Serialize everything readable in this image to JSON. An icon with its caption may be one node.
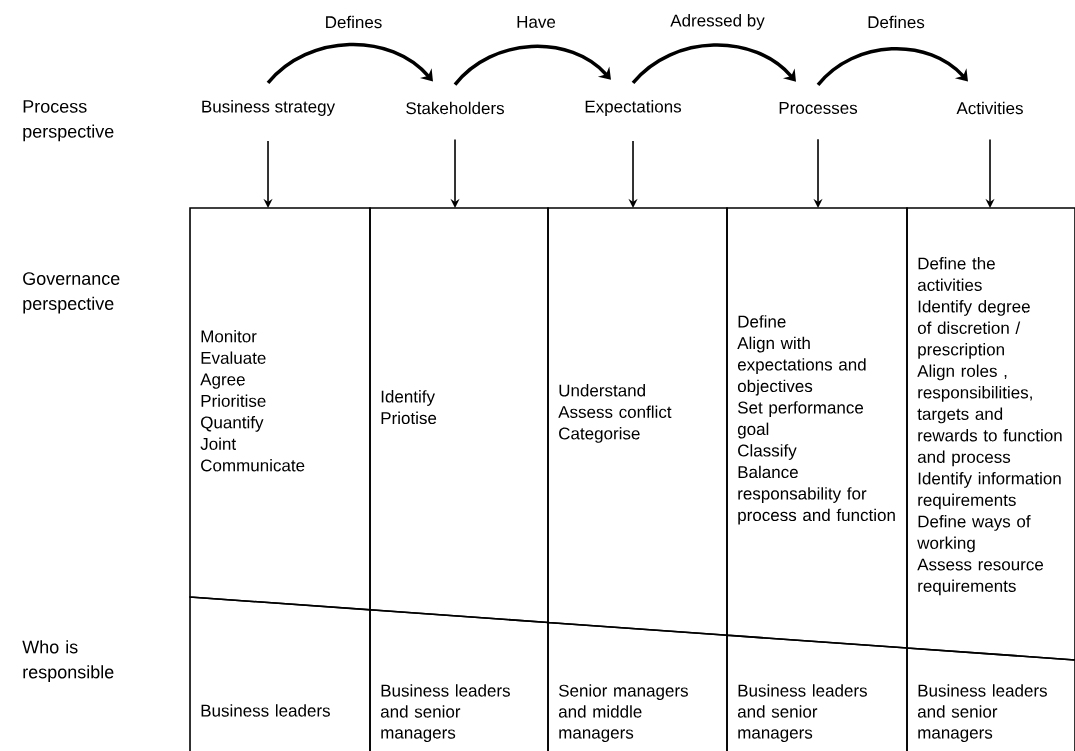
{
  "diagram": {
    "nodes": [
      {
        "text": [
          "Business strategy"
        ]
      },
      {
        "text": [
          "Stakeholders"
        ]
      },
      {
        "text": [
          "Expectations"
        ]
      },
      {
        "text": [
          "Processes"
        ]
      },
      {
        "text": [
          "Activities"
        ]
      },
      {
        "text": [
          "Monitor",
          "Evaluate",
          "Agree",
          "Prioritise",
          "Quantify",
          "Joint",
          "Communicate"
        ]
      },
      {
        "text": [
          "Identify",
          "Priotise"
        ]
      },
      {
        "text": [
          "Understand",
          "Assess conflict",
          "Categorise"
        ]
      },
      {
        "text": [
          "Define",
          "Align with expectations and objectives",
          "Set performance goal",
          "Classify",
          "Balance responsability for process and function"
        ]
      },
      {
        "text": [
          "Define the activities",
          "Identify degree of discretion / prescription",
          "Align roles , responsibilities, targets and rewards to function and process",
          "Identify information requirements",
          "Define ways of working",
          "Assess resource requirements"
        ]
      },
      {
        "text": [
          "Business leaders"
        ]
      },
      {
        "text": [
          "Business leaders and senior managers"
        ]
      },
      {
        "text": [
          "Senior managers and middle managers"
        ]
      },
      {
        "text": [
          "Business leaders and senior managers"
        ]
      },
      {
        "text": [
          "Business leaders and senior managers"
        ]
      }
    ],
    "edges": [
      {
        "from": 0,
        "to": 1,
        "arrow": "to",
        "label": "Defines",
        "style": "thick"
      },
      {
        "from": 1,
        "to": 2,
        "arrow": "to",
        "label": "Have",
        "style": "thick"
      },
      {
        "from": 2,
        "to": 3,
        "arrow": "to",
        "label": "Adressed by",
        "style": "thick"
      },
      {
        "from": 3,
        "to": 4,
        "arrow": "to",
        "label": "Defines",
        "style": "thick"
      },
      {
        "from": 0,
        "to": 5,
        "arrow": "to"
      },
      {
        "from": 1,
        "to": 6,
        "arrow": "to"
      },
      {
        "from": 2,
        "to": 7,
        "arrow": "to"
      },
      {
        "from": 3,
        "to": 8,
        "arrow": "to"
      },
      {
        "from": 4,
        "to": 9,
        "arrow": "to"
      }
    ],
    "labels": [
      "Process perspective",
      "Governance perspective",
      "Who is responsible"
    ]
  }
}
